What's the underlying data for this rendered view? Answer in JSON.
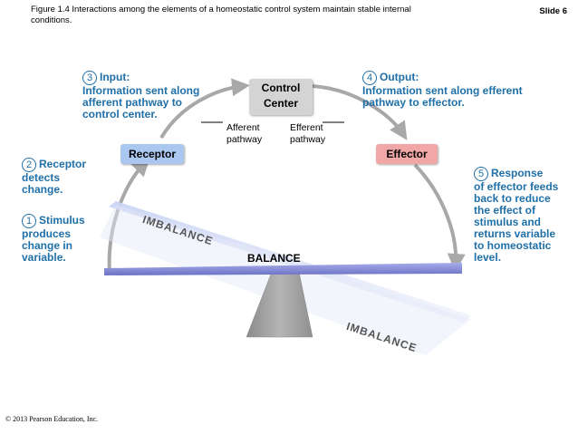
{
  "caption": "Figure 1.4  Interactions among the elements of a homeostatic control system maintain stable internal conditions.",
  "slide": "Slide 6",
  "copyright": "© 2013 Pearson Education, Inc.",
  "boxes": {
    "control_center_line1": "Control",
    "control_center_line2": "Center",
    "receptor": "Receptor",
    "effector": "Effector"
  },
  "pathways": {
    "afferent_line1": "Afferent",
    "afferent_line2": "pathway",
    "efferent_line1": "Efferent",
    "efferent_line2": "pathway"
  },
  "steps": [
    {
      "num": "1",
      "head": "Stimulus",
      "body": "produces change in variable."
    },
    {
      "num": "2",
      "head": "Receptor",
      "body": "detects change."
    },
    {
      "num": "3",
      "head": "Input:",
      "body": "Information sent along afferent pathway to control center."
    },
    {
      "num": "4",
      "head": "Output:",
      "body": "Information sent along efferent pathway to effector."
    },
    {
      "num": "5",
      "head": "Response",
      "body": "of effector feeds back to reduce the effect of stimulus and returns variable to homeostatic level."
    }
  ],
  "labels": {
    "balance": "BALANCE",
    "imbalance_top": "IMBALANCE",
    "imbalance_bottom": "IMBALANCE"
  },
  "colors": {
    "step_text": "#1f6fa8",
    "control_center": "#d4d4d4",
    "receptor": "#a9c7ef",
    "effector": "#f2a7a7",
    "beam": "#8d93d6",
    "arrow": "#a8a8a8"
  }
}
